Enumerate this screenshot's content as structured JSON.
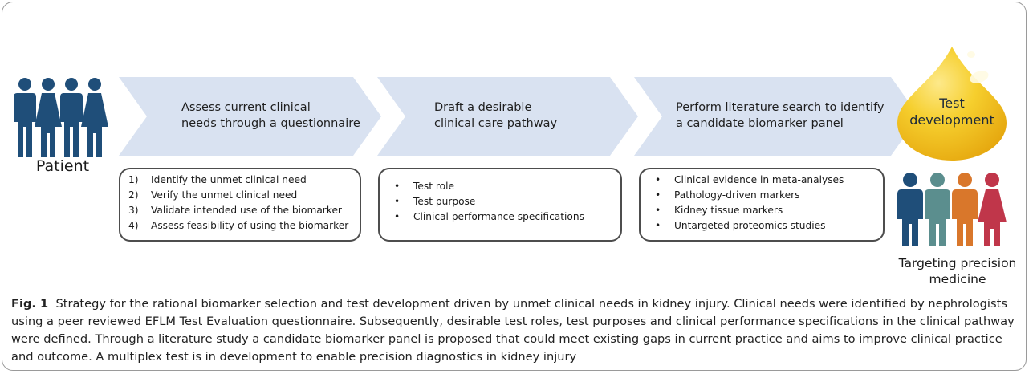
{
  "patient_label": "Patient",
  "drop_label_line1": "Test",
  "drop_label_line2": "development",
  "targeting_line1": "Targeting precision",
  "targeting_line2": "medicine",
  "steps": [
    {
      "title_line1": "Assess current clinical",
      "title_line2": "needs through a questionnaire",
      "items": [
        {
          "marker": "1)",
          "text": "Identify the unmet clinical need"
        },
        {
          "marker": "2)",
          "text": "Verify the unmet clinical need"
        },
        {
          "marker": "3)",
          "text": "Validate intended use of the biomarker"
        },
        {
          "marker": "4)",
          "text": "Assess feasibility of using the biomarker"
        }
      ]
    },
    {
      "title_line1": "Draft a desirable",
      "title_line2": "clinical care pathway",
      "items": [
        {
          "marker": "•",
          "text": "Test role"
        },
        {
          "marker": "•",
          "text": "Test purpose"
        },
        {
          "marker": "•",
          "text": "Clinical performance specifications"
        }
      ]
    },
    {
      "title_line1": "Perform literature search to identify",
      "title_line2": "a candidate biomarker panel",
      "items": [
        {
          "marker": "•",
          "text": "Clinical evidence in meta-analyses"
        },
        {
          "marker": "•",
          "text": "Pathology-driven markers"
        },
        {
          "marker": "•",
          "text": "Kidney tissue markers"
        },
        {
          "marker": "•",
          "text": "Untargeted proteomics studies"
        }
      ]
    }
  ],
  "caption": {
    "fig_label": "Fig. 1",
    "text": "Strategy for the rational biomarker selection and test development driven by unmet clinical needs in kidney injury. Clinical needs were identified by nephrologists using a peer reviewed EFLM Test Evaluation questionnaire. Subsequently, desirable test roles, test purposes and clinical performance specifications in the clinical pathway were defined. Through a literature study a candidate biomarker panel is proposed that could meet existing gaps in current practice and aims to improve clinical practice and outcome. A multiplex test is in development to enable precision diagnostics in kidney injury"
  },
  "colors": {
    "arrow_fill": "#d9e2f1",
    "patient_blue": "#1f4e79",
    "drop_gold": "#f5c518",
    "person_navy": "#1f4e79",
    "person_teal": "#5b8e8e",
    "person_orange": "#d9772b",
    "person_red": "#c0364a"
  }
}
